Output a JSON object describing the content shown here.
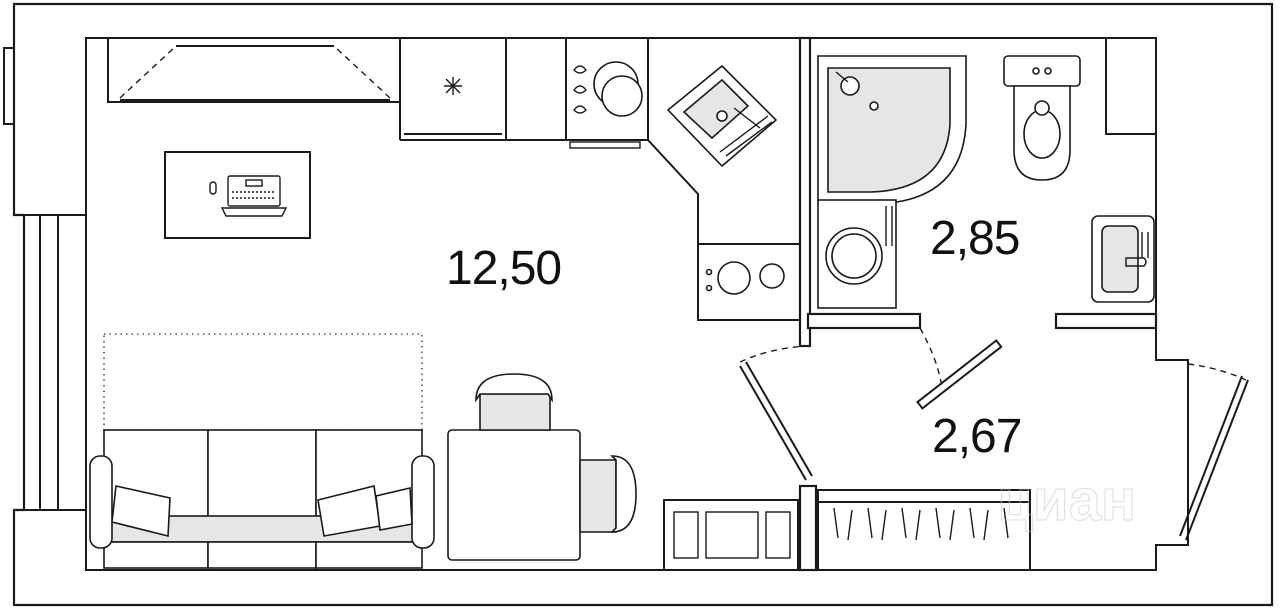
{
  "rooms": {
    "main_room": {
      "area": "12,50"
    },
    "bathroom": {
      "area": "2,85"
    },
    "hallway": {
      "area": "2,67"
    }
  },
  "watermark": {
    "text": "циан"
  },
  "colors": {
    "line": "#1a1a1a",
    "fixture_fill": "#e6e6e6",
    "background": "#ffffff"
  }
}
